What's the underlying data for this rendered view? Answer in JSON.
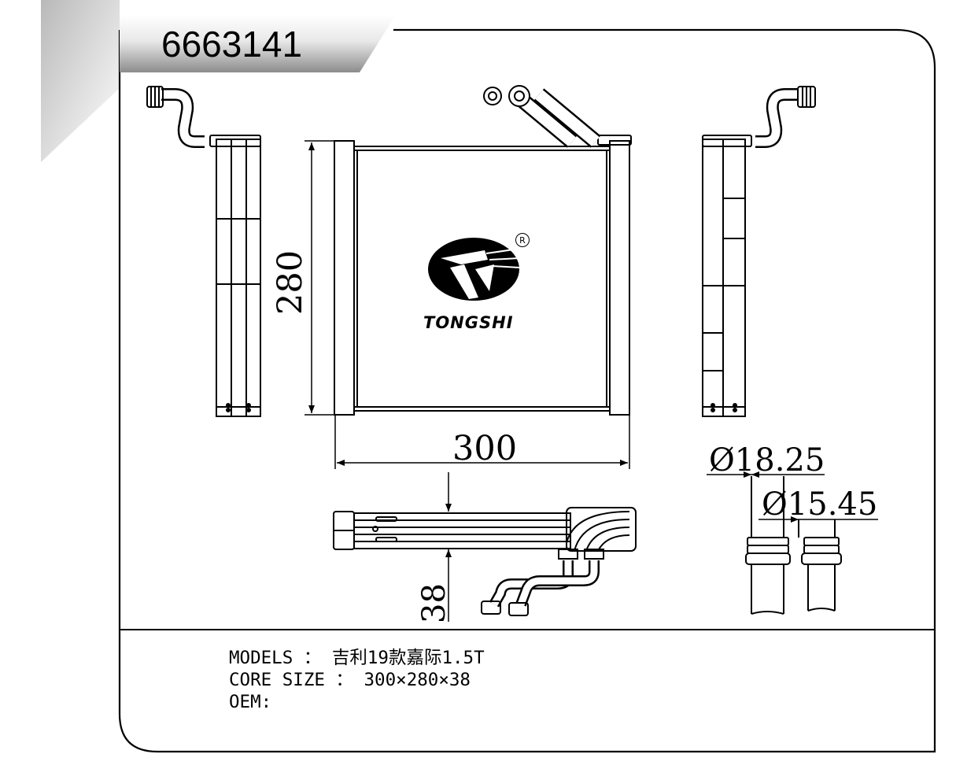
{
  "part_number": "6663141",
  "brand": {
    "name": "TONGSHI",
    "registered_mark": "R"
  },
  "dimensions": {
    "width": "300",
    "height": "280",
    "depth": "38",
    "pipe_outer": "Ø18.25",
    "pipe_inner": "Ø15.45"
  },
  "specs": {
    "models": "MODELS ： 吉利19款嘉际1.5T",
    "core_size": "CORE SIZE ： 300×280×38",
    "oem": "OEM:"
  }
}
